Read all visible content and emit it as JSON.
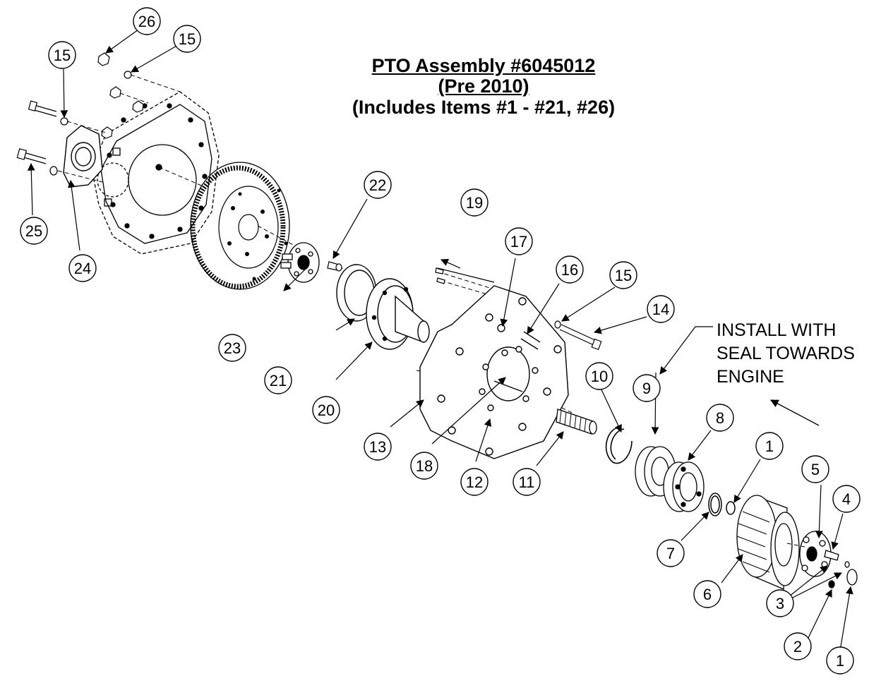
{
  "title": {
    "line1": "PTO Assembly #6045012",
    "line2": "(Pre 2010)",
    "line3": "(Includes Items #1 - #21, #26)"
  },
  "note": {
    "line1": "INSTALL WITH",
    "line2": "SEAL TOWARDS",
    "line3": "ENGINE"
  },
  "callouts": {
    "c26": "26",
    "c15a": "15",
    "c15b": "15",
    "c25": "25",
    "c24": "24",
    "c22": "22",
    "c23": "23",
    "c21": "21",
    "c20": "20",
    "c19": "19",
    "c17": "17",
    "c16": "16",
    "c15c": "15",
    "c14": "14",
    "c13": "13",
    "c18": "18",
    "c12": "12",
    "c11": "11",
    "c10": "10",
    "c9": "9",
    "c8": "8",
    "c1a": "1",
    "c7": "7",
    "c6": "6",
    "c5": "5",
    "c4": "4",
    "c3": "3",
    "c2": "2",
    "c1b": "1"
  }
}
